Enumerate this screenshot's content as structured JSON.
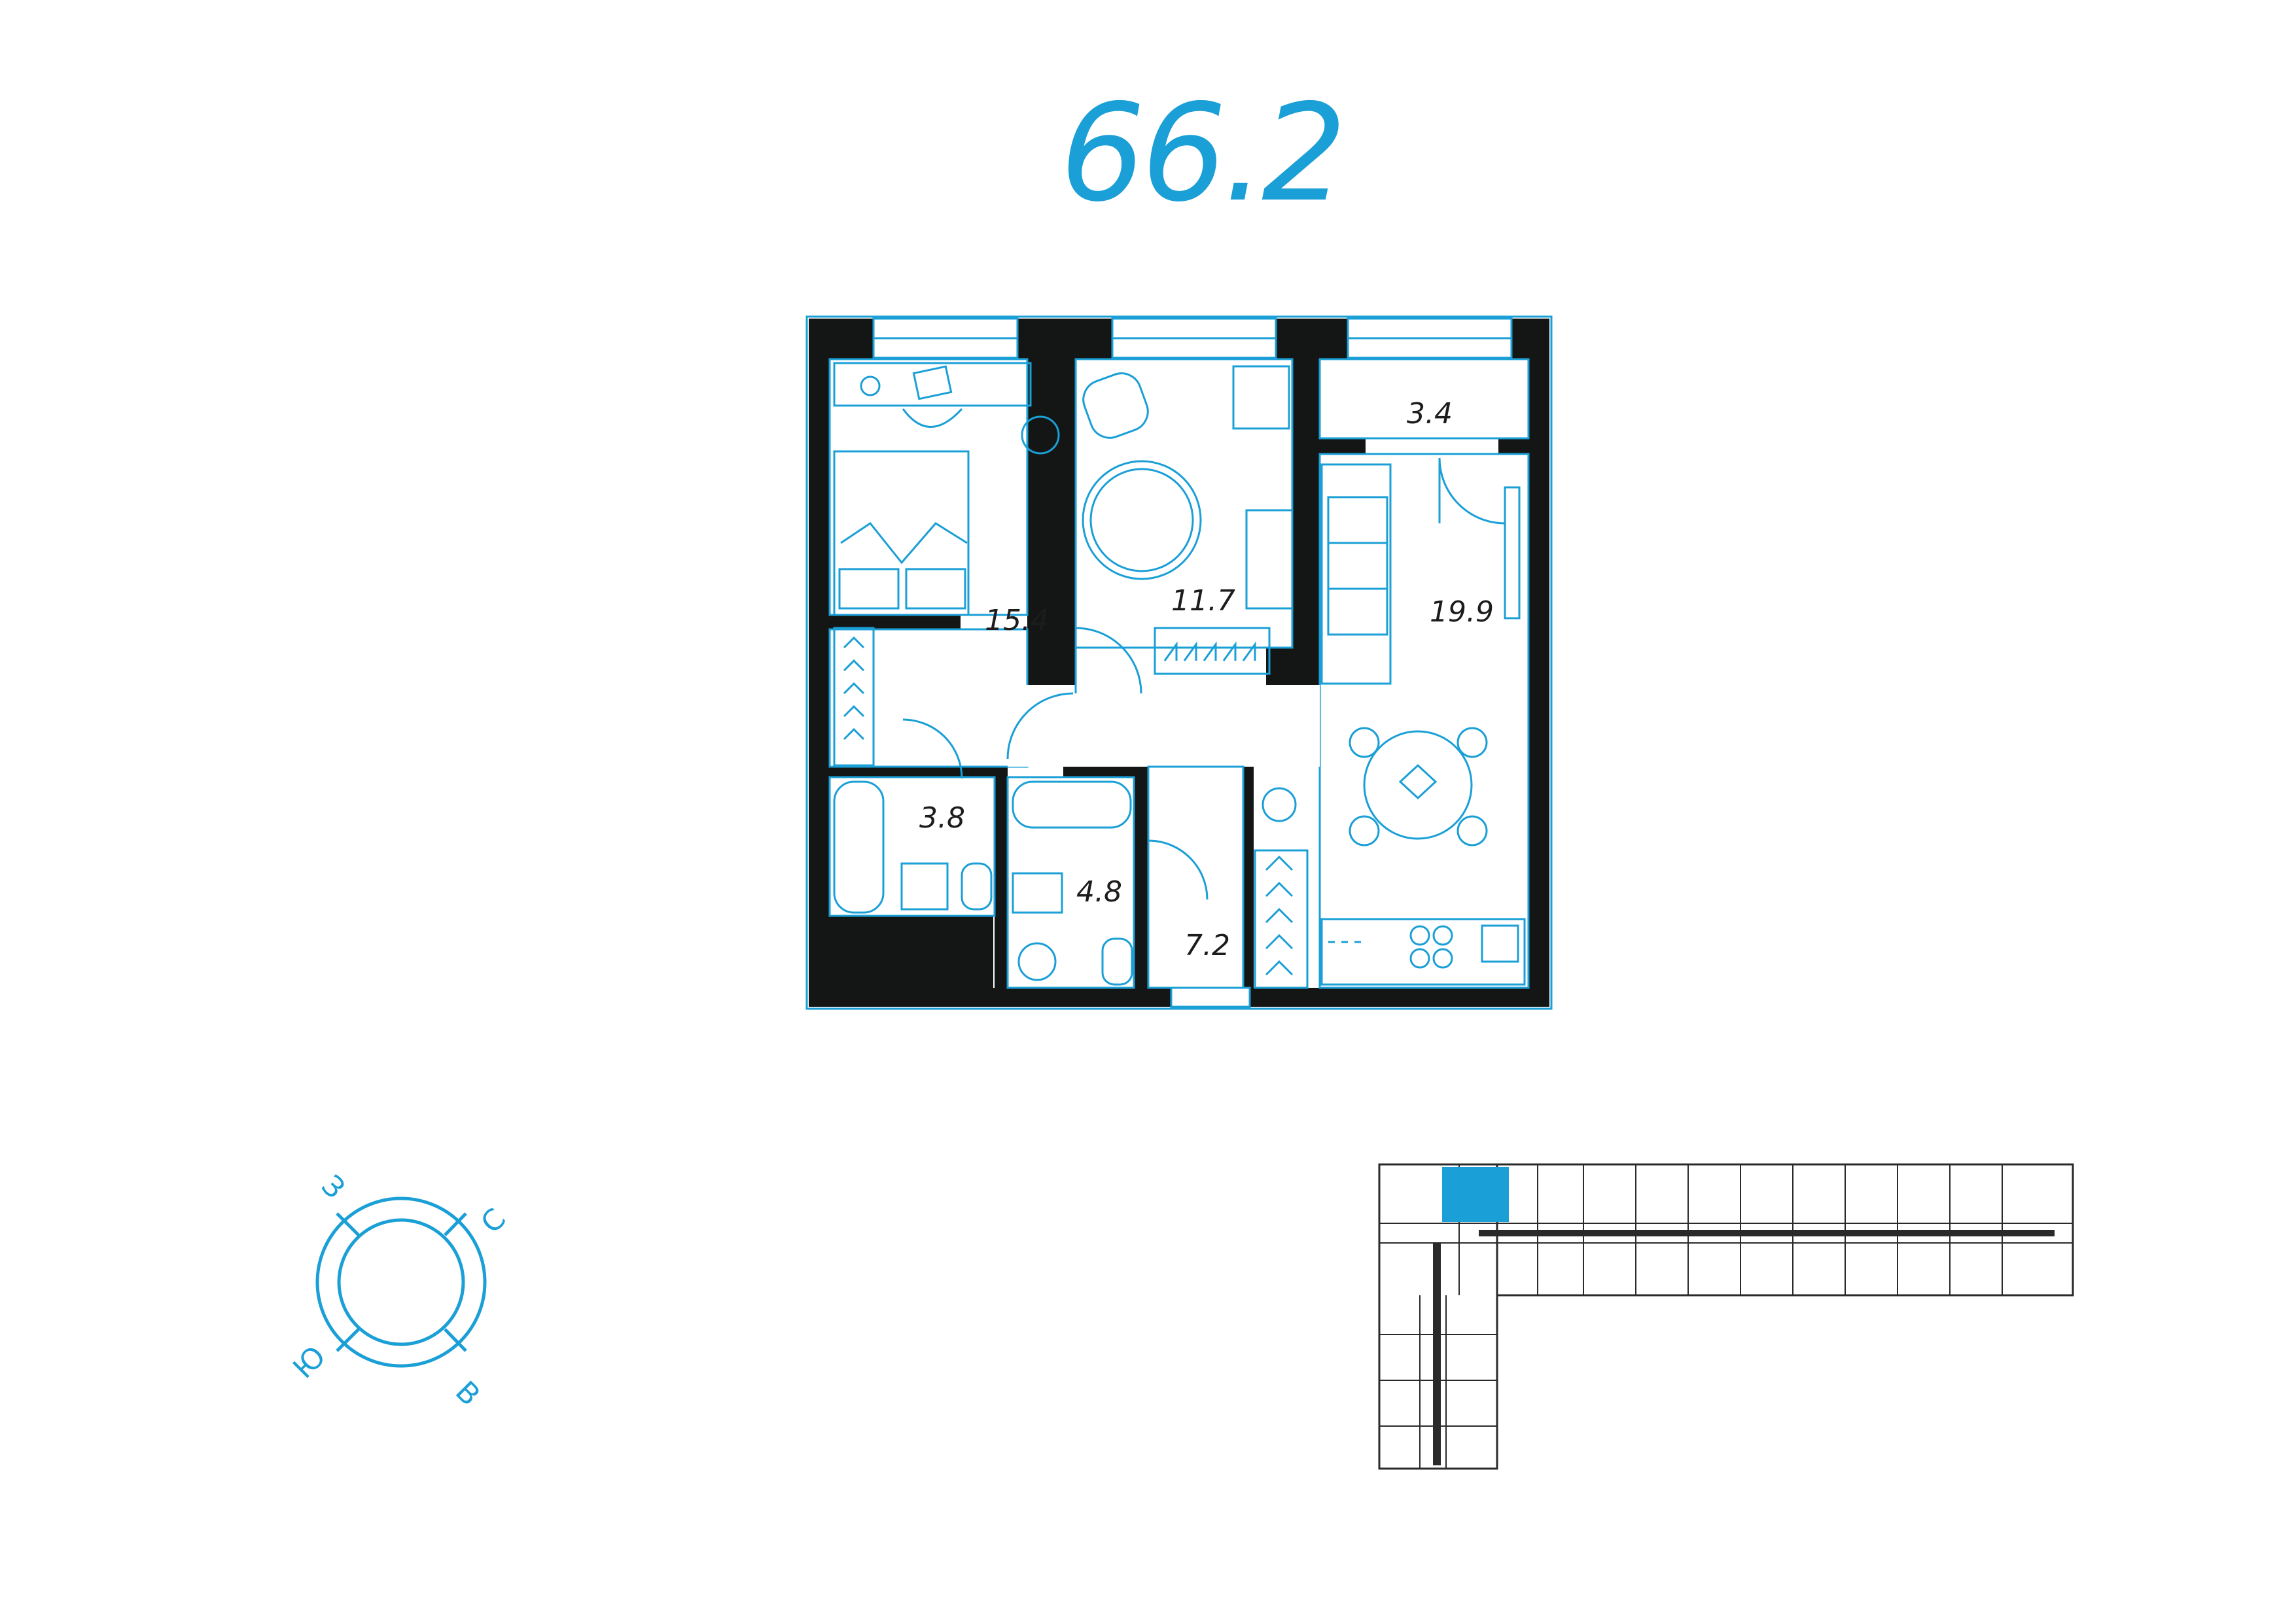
{
  "apartment": {
    "total_area": "66.2"
  },
  "rooms": [
    {
      "id": "bedroom",
      "area": "15.4"
    },
    {
      "id": "kids-room",
      "area": "11.7"
    },
    {
      "id": "balcony",
      "area": "3.4"
    },
    {
      "id": "kitchen-living",
      "area": "19.9"
    },
    {
      "id": "bathroom",
      "area": "3.8"
    },
    {
      "id": "second-bathroom",
      "area": "4.8"
    },
    {
      "id": "hallway",
      "area": "7.2"
    }
  ],
  "compass": {
    "north": "С",
    "south": "Ю",
    "east": "В",
    "west": "З"
  },
  "key_plan": {
    "highlight_color": "#1a9fd6"
  },
  "colors": {
    "accent": "#1a9fd6",
    "walls": "#141616",
    "furniture_line": "#1a9fd6"
  }
}
